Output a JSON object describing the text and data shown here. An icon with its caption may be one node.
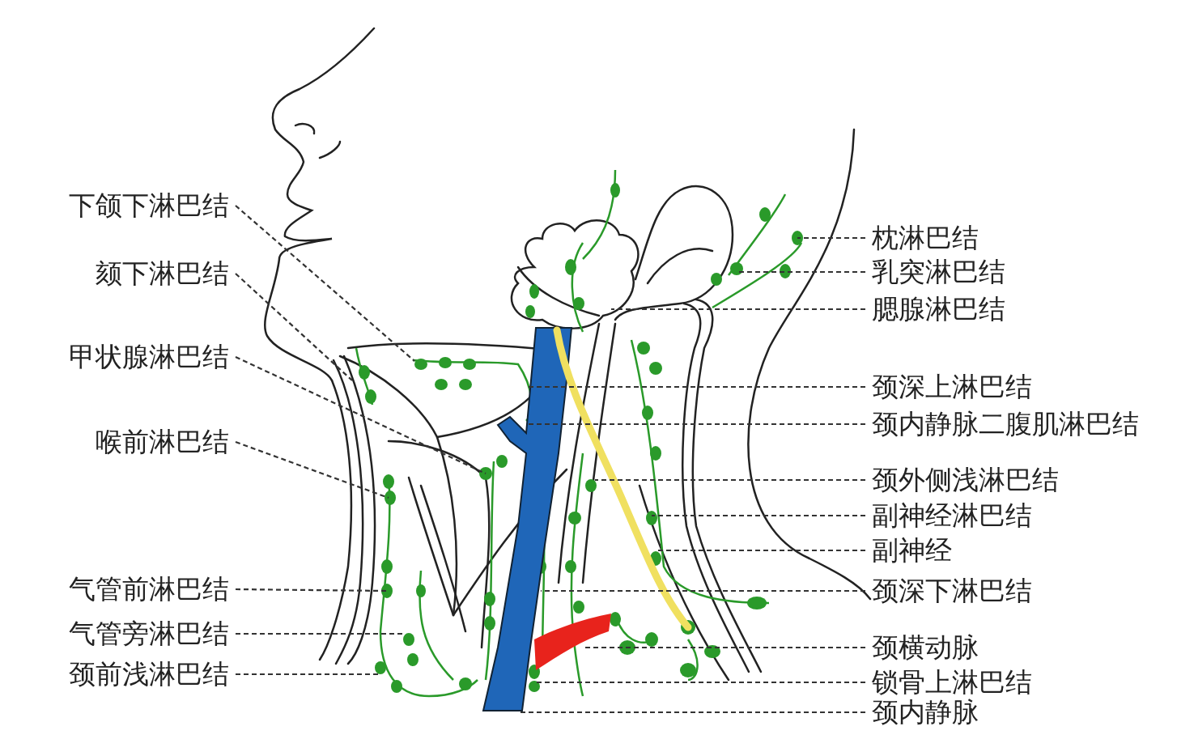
{
  "diagram": {
    "nodes": [
      {
        "text": [
          "下颌下淋巴结"
        ]
      },
      {
        "text": [
          "颏下淋巴结"
        ]
      },
      {
        "text": [
          "甲状腺淋巴结"
        ]
      },
      {
        "text": [
          "喉前淋巴结"
        ]
      },
      {
        "text": [
          "气管前淋巴结"
        ]
      },
      {
        "text": [
          "气管旁淋巴结"
        ]
      },
      {
        "text": [
          "颈前浅淋巴结"
        ]
      },
      {
        "text": [
          "枕淋巴结"
        ]
      },
      {
        "text": [
          "乳突淋巴结"
        ]
      },
      {
        "text": [
          "腮腺淋巴结"
        ]
      },
      {
        "text": [
          "颈深上淋巴结"
        ]
      },
      {
        "text": [
          "颈内静脉二腹肌淋巴结"
        ]
      },
      {
        "text": [
          "颈外侧浅淋巴结"
        ]
      },
      {
        "text": [
          "副神经淋巴结"
        ]
      },
      {
        "text": [
          "副神经"
        ]
      },
      {
        "text": [
          "颈深下淋巴结"
        ]
      },
      {
        "text": [
          "颈横动脉"
        ]
      },
      {
        "text": [
          "锁骨上淋巴结"
        ]
      },
      {
        "text": [
          "颈内静脉"
        ]
      }
    ],
    "edges": [
      {
        "from": 0,
        "to": null,
        "arrow": "none",
        "style": "dashed"
      },
      {
        "from": 1,
        "to": null,
        "arrow": "none",
        "style": "dashed"
      },
      {
        "from": 2,
        "to": null,
        "arrow": "none",
        "style": "dashed"
      },
      {
        "from": 3,
        "to": null,
        "arrow": "none",
        "style": "dashed"
      },
      {
        "from": 4,
        "to": null,
        "arrow": "none",
        "style": "dashed"
      },
      {
        "from": 5,
        "to": null,
        "arrow": "none",
        "style": "dashed"
      },
      {
        "from": 6,
        "to": null,
        "arrow": "none",
        "style": "dashed"
      },
      {
        "from": 7,
        "to": null,
        "arrow": "none",
        "style": "dashed"
      },
      {
        "from": 8,
        "to": null,
        "arrow": "none",
        "style": "dashed"
      },
      {
        "from": 9,
        "to": null,
        "arrow": "none",
        "style": "dashed"
      },
      {
        "from": 10,
        "to": null,
        "arrow": "none",
        "style": "dashed"
      },
      {
        "from": 11,
        "to": null,
        "arrow": "none",
        "style": "dashed"
      },
      {
        "from": 12,
        "to": null,
        "arrow": "none",
        "style": "dashed"
      },
      {
        "from": 13,
        "to": null,
        "arrow": "none",
        "style": "dashed"
      },
      {
        "from": 14,
        "to": null,
        "arrow": "none",
        "style": "dashed"
      },
      {
        "from": 15,
        "to": null,
        "arrow": "none",
        "style": "dashed"
      },
      {
        "from": 16,
        "to": null,
        "arrow": "none",
        "style": "dashed"
      },
      {
        "from": 17,
        "to": null,
        "arrow": "none",
        "style": "dashed"
      },
      {
        "from": 18,
        "to": null,
        "arrow": "none",
        "style": "dashed"
      }
    ]
  }
}
